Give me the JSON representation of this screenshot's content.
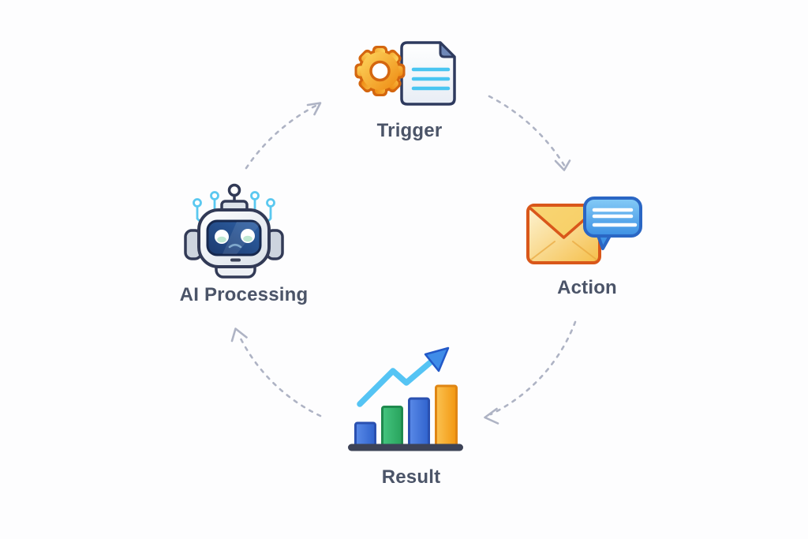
{
  "diagram": {
    "type": "cycle",
    "background": "#fdfdfe",
    "nodes": [
      {
        "id": "trigger",
        "label": "Trigger",
        "icon": "gear-document-icon",
        "position": "top"
      },
      {
        "id": "action",
        "label": "Action",
        "icon": "envelope-chat-bubble-icon",
        "position": "right"
      },
      {
        "id": "result",
        "label": "Result",
        "icon": "bar-chart-growth-arrow-icon",
        "position": "bottom"
      },
      {
        "id": "ai_processing",
        "label": "AI Processing",
        "icon": "robot-icon",
        "position": "left"
      }
    ],
    "flow_order": [
      "Trigger",
      "Action",
      "Result",
      "AI Processing"
    ],
    "connectors": {
      "style": "dashed-arc",
      "direction": "clockwise",
      "color": "#aeb3c4"
    },
    "label_style": {
      "color": "#4b5468"
    },
    "icon_colors": {
      "gear_orange": "#f59d1e",
      "gear_outline": "#d4660f",
      "document_outline": "#2e3a5e",
      "document_fold": "#6f88b8",
      "document_lines_cyan": "#49c5f1",
      "envelope_yellow": "#f6c14e",
      "envelope_outline": "#d9571a",
      "chat_bubble_blue": "#4d9ee8",
      "chat_bubble_outline": "#2a66c4",
      "robot_outline": "#323a56",
      "robot_screen_blue": "#24508e",
      "robot_circuit_blue": "#5ac8f0",
      "bar_blue": "#3a6fd8",
      "bar_green": "#2fb46a",
      "bar_orange": "#f7a825",
      "growth_arrow_blue": "#55c4f4",
      "chart_base_dark": "#3d4357"
    }
  }
}
